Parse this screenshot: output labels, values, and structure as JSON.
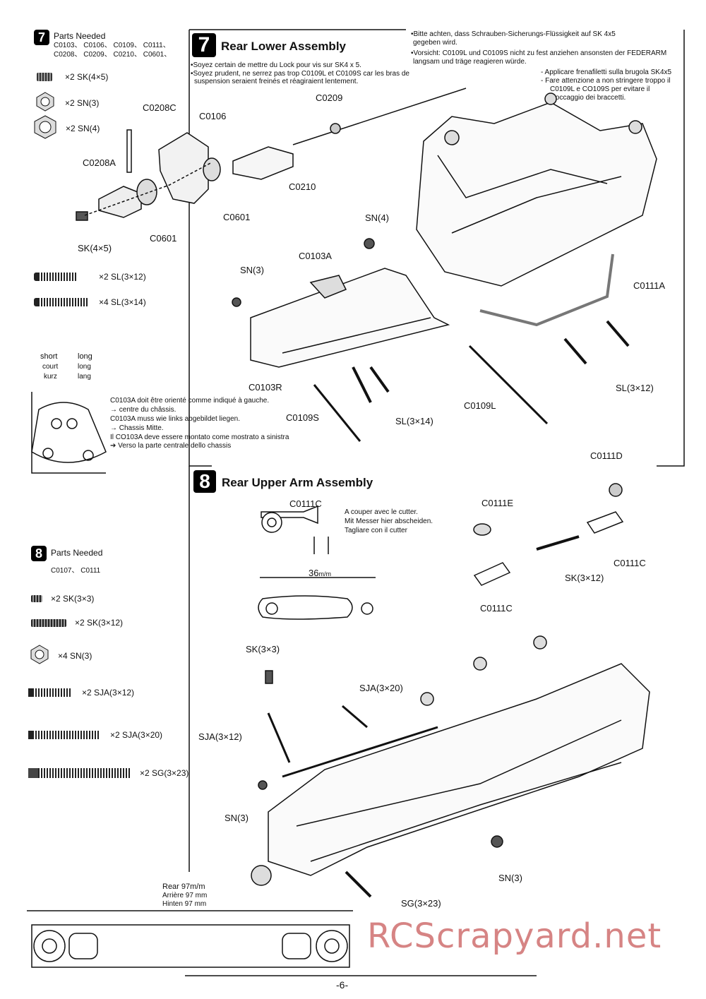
{
  "page_number": "-6-",
  "watermark": "RCScrapyard.net",
  "step7": {
    "num": "7",
    "parts_title": "Parts Needed",
    "parts_codes": [
      "C0103、 C0106、 C0109、 C0111、",
      "C0208、 C0209、 C0210、 C0601、"
    ],
    "parts": [
      {
        "icon": "set-screw-icon",
        "text": "×2 SK(4×5)"
      },
      {
        "icon": "hex-nut-icon",
        "text": "×2   SN(3)"
      },
      {
        "icon": "hex-nut-icon",
        "text": "×2   SN(4)"
      },
      {
        "icon": "tapping-screw-icon",
        "text": "×2 SL(3×12)"
      },
      {
        "icon": "tapping-screw-icon",
        "text": "×4 SL(3×14)"
      }
    ],
    "title": "Rear Lower Assembly",
    "fr_notes": [
      "•Soyez certain de mettre du Lock pour vis sur SK4 x 5.",
      "•Soyez prudent, ne serrez pas trop C0109L et C0109S car les bras de",
      "suspension seraient freinés et réagiraient lentement."
    ],
    "de_notes": [
      "•Bitte  achten, dass Schrauben-Sicherungs-Flüssigkeit auf SK 4x5",
      "gegeben wird.",
      "•Vorsicht: C0109L und C0109S nicht zu fest anziehen ansonsten der FEDERARM",
      "langsam und träge reagieren würde."
    ],
    "it_notes": [
      "- Applicare frenafiletti sulla brugola SK4x5",
      "- Fare attenzione a non stringere troppo il",
      "C0109L e CO109S per evitare il",
      "bloccaggio dei braccetti."
    ],
    "labels": [
      "C0208C",
      "C0106",
      "C0209",
      "C0208A",
      "C0210",
      "C0601",
      "C0601",
      "SK(4×5)",
      "SN(4)",
      "C0103A",
      "SN(3)",
      "C0111A",
      "C0103R",
      "C0109S",
      "SL(3×14)",
      "C0109L",
      "SL(3×12)"
    ],
    "orient": {
      "short": "short",
      "court": "court",
      "kurz": "kurz",
      "long": "long",
      "long_fr": "long",
      "lang": "lang",
      "notes": [
        "C0103A doit être orienté comme indiqué à gauche.",
        "→  centre du châssis.",
        "C0103A muss wie links abgebildet liegen.",
        "→  Chassis Mitte.",
        "Il CO103A deve essere montato come   mostrato a sinistra",
        "➔ Verso la parte centrale   dello chassis"
      ]
    }
  },
  "step8": {
    "num": "8",
    "title": "Rear Upper Arm Assembly",
    "parts_title": "Parts Needed",
    "parts_codes": "C0107、 C0111",
    "parts": [
      {
        "icon": "set-screw-icon",
        "text": "×2   SK(3×3)"
      },
      {
        "icon": "set-screw-icon",
        "text": "×2 SK(3×12)"
      },
      {
        "icon": "hex-nut-icon",
        "text": "×4   SN(3)"
      },
      {
        "icon": "flat-screw-icon",
        "text": "×2 SJA(3×12)"
      },
      {
        "icon": "flat-screw-icon",
        "text": "×2  SJA(3×20)"
      },
      {
        "icon": "cap-screw-icon",
        "text": "×2  SG(3×23)"
      }
    ],
    "cut_label": "C0111C",
    "cut_notes": [
      "A couper avec le cutter.",
      "Mit Messer hier abscheiden.",
      "Tagliare con il cutter"
    ],
    "length": "36",
    "length_unit": "m/m",
    "labels": [
      "C0111D",
      "C0111E",
      "C0111C",
      "SK(3×12)",
      "C0111C",
      "SK(3×3)",
      "SJA(3×20)",
      "SJA(3×12)",
      "SN(3)",
      "SN(3)",
      "SG(3×23)"
    ],
    "rear_dim": [
      "Rear 97m/m",
      "Arrière 97 mm",
      "Hinten 97 mm"
    ]
  }
}
